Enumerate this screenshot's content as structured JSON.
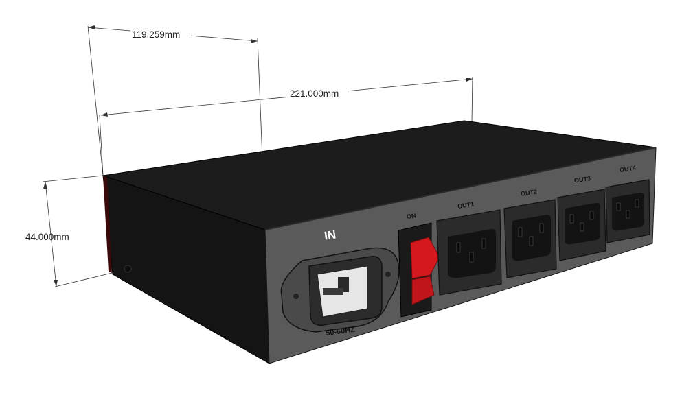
{
  "dimensions": {
    "depth": "119.259mm",
    "width": "221.000mm",
    "height": "44.000mm"
  },
  "panel_labels": {
    "input": "IN",
    "switch": "ON",
    "outlets": [
      "OUT1",
      "OUT2",
      "OUT3",
      "OUT4"
    ],
    "frequency": "50-60HZ"
  },
  "colors": {
    "chassis_top": "#1c1c1c",
    "rear_panel": "#5a5a5a",
    "switch": "#d4191e",
    "dimension_lines": "#333333"
  }
}
